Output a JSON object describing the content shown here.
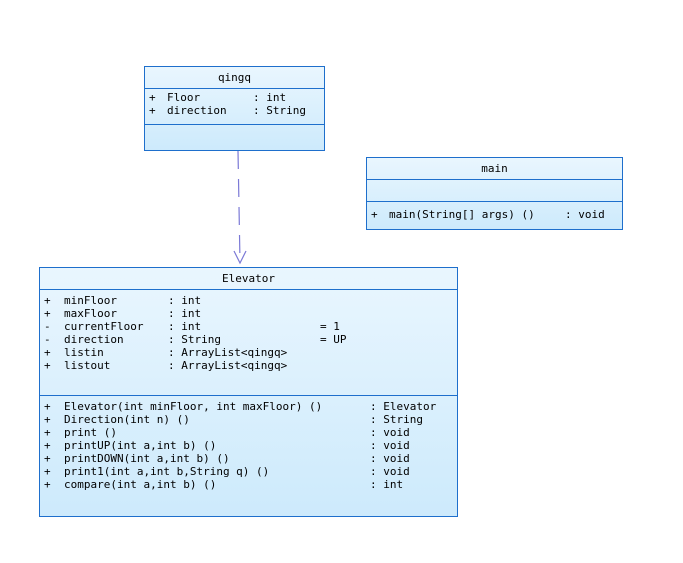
{
  "colors": {
    "border": "#1e6fcc",
    "fill_top": "#e9f6fe",
    "fill_bottom": "#cdeafc",
    "connector": "#7b79d6"
  },
  "qingq": {
    "title": "qingq",
    "attributes": [
      {
        "vis": "+",
        "name": "Floor",
        "type": ": int"
      },
      {
        "vis": "+",
        "name": "direction",
        "type": ": String"
      }
    ]
  },
  "main_class": {
    "title": "main",
    "operations": [
      {
        "vis": "+",
        "sig": "main(String[] args) ()",
        "ret": ": void"
      }
    ]
  },
  "elevator": {
    "title": "Elevator",
    "attributes": [
      {
        "vis": "+",
        "name": "minFloor",
        "type": ": int",
        "init": ""
      },
      {
        "vis": "+",
        "name": "maxFloor",
        "type": ": int",
        "init": ""
      },
      {
        "vis": "-",
        "name": "currentFloor",
        "type": ": int",
        "init": "= 1"
      },
      {
        "vis": "-",
        "name": "direction",
        "type": ": String",
        "init": "= UP"
      },
      {
        "vis": "+",
        "name": "listin",
        "type": ": ArrayList<qingq>",
        "init": ""
      },
      {
        "vis": "+",
        "name": "listout",
        "type": ": ArrayList<qingq>",
        "init": ""
      }
    ],
    "operations": [
      {
        "vis": "+",
        "sig": "Elevator(int minFloor, int maxFloor) ()",
        "ret": ": Elevator"
      },
      {
        "vis": "+",
        "sig": "Direction(int n) ()",
        "ret": ": String"
      },
      {
        "vis": "+",
        "sig": "print ()",
        "ret": ": void"
      },
      {
        "vis": "+",
        "sig": "printUP(int a,int b) ()",
        "ret": ": void"
      },
      {
        "vis": "+",
        "sig": "printDOWN(int a,int b) ()",
        "ret": ": void"
      },
      {
        "vis": "+",
        "sig": "print1(int a,int b,String q) ()",
        "ret": ": void"
      },
      {
        "vis": "+",
        "sig": "compare(int a,int b) ()",
        "ret": ": int"
      }
    ]
  }
}
